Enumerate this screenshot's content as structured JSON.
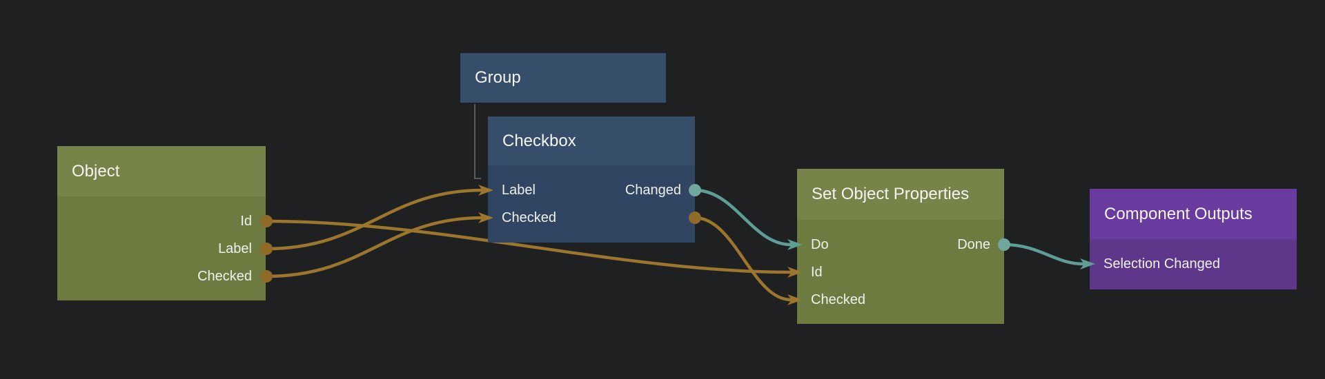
{
  "editor": {
    "description": "Node graph canvas"
  },
  "colors": {
    "background": "#1f2021",
    "data_connection": "#9c762c",
    "signal_connection": "#5f9e97",
    "data_port_dot": "#8f6b27",
    "signal_port_dot": "#6fa79f",
    "group_link": "#5a5a5a",
    "green_node_header": "#768349",
    "green_node_body": "#6d7b41",
    "blue_node_header": "#374e6b",
    "blue_node_body": "#2f4561",
    "purple_node_header": "#693b9e",
    "purple_node_body": "#5e378b",
    "title_text": "#f4f5f2",
    "port_text": "#eff1ec"
  },
  "nodes": {
    "object": {
      "title": "Object",
      "outputs": [
        "Id",
        "Label",
        "Checked"
      ]
    },
    "group": {
      "title": "Group"
    },
    "checkbox": {
      "title": "Checkbox",
      "inputs": [
        "Label",
        "Checked"
      ],
      "outputs": [
        "Changed",
        ""
      ]
    },
    "set_object_properties": {
      "title": "Set Object Properties",
      "inputs": [
        "Do",
        "Id",
        "Checked"
      ],
      "outputs": [
        "Done"
      ]
    },
    "component_outputs": {
      "title": "Component Outputs",
      "inputs": [
        "Selection Changed"
      ]
    }
  },
  "connections": [
    {
      "from": "Object.Id",
      "to": "Set Object Properties.Id",
      "type": "data"
    },
    {
      "from": "Object.Label",
      "to": "Checkbox.Label",
      "type": "data"
    },
    {
      "from": "Object.Checked",
      "to": "Checkbox.Checked",
      "type": "data"
    },
    {
      "from": "Checkbox.Changed",
      "to": "Set Object Properties.Do",
      "type": "signal"
    },
    {
      "from": "Checkbox.Checked",
      "to": "Set Object Properties.Checked",
      "type": "data"
    },
    {
      "from": "Set Object Properties.Done",
      "to": "Component Outputs.Selection Changed",
      "type": "signal"
    },
    {
      "from": "Group",
      "to": "Checkbox",
      "type": "group-child"
    }
  ]
}
